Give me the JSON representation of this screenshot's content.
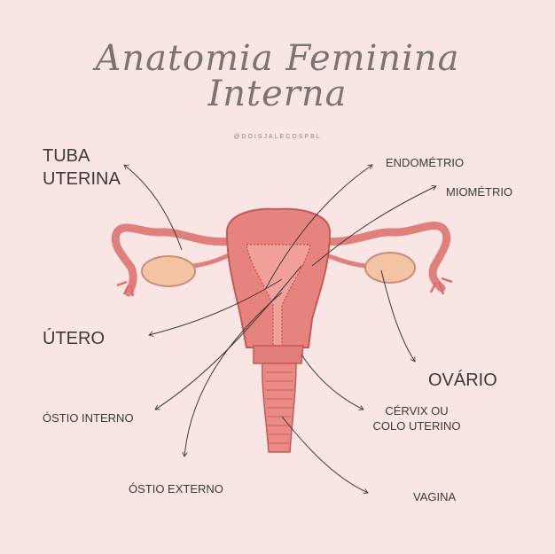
{
  "title": {
    "line1": "Anatomia Feminina",
    "line2": "Interna"
  },
  "handle": "@DOISJALECOSPBL",
  "labels": {
    "tuba_uterina": [
      "TUBA",
      "UTERINA"
    ],
    "utero": "ÚTERO",
    "ostio_interno": "ÓSTIO INTERNO",
    "ostio_externo": "ÓSTIO EXTERNO",
    "endometrio": "ENDOMÉTRIO",
    "miometrio": "MIOMÉTRIO",
    "ovario": "OVÁRIO",
    "cervix": [
      "CÉRVIX OU",
      "COLO UTERINO"
    ],
    "vagina": "VAGINA"
  },
  "colors": {
    "background": "#f9e6e4",
    "organ": "#e7837f",
    "organ_dark": "#c45a58",
    "ovary": "#f3c3a3",
    "text": "#3a3a3a",
    "title": "#7a7473"
  }
}
